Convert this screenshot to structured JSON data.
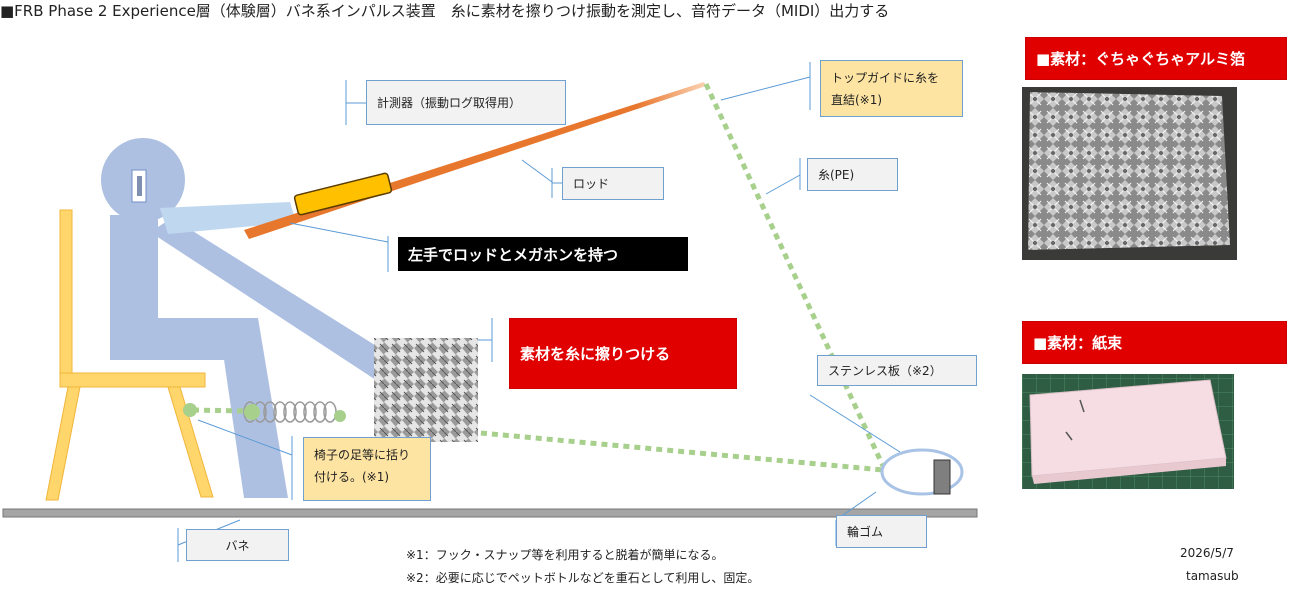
{
  "title": "■FRB Phase 2 Experience層（体験層）バネ系インパルス装置　糸に素材を擦りつけ振動を測定し、音符データ（MIDI）出力する",
  "labels": {
    "measuring_device": "計測器（振動ログ取得用）",
    "rod": "ロッド",
    "line": "糸(PE)",
    "top_guide_1": "トップガイドに糸を",
    "top_guide_2": "直結(※1)",
    "left_hand": "左手でロッドとメガホンを持つ",
    "rub_material": "素材を糸に擦りつける",
    "stainless_plate": "ステンレス板（※2）",
    "chair_tie_1": "椅子の足等に括り",
    "chair_tie_2": "付ける。(※1)",
    "spring": "バネ",
    "rubber_band": "輪ゴム"
  },
  "materials": {
    "foil_heading": "■素材：ぐちゃぐちゃアルミ箔",
    "paper_heading": "■素材：紙束"
  },
  "notes": {
    "note1": "※1：フック・スナップ等を利用すると脱着が簡単になる。",
    "note2": "※2：必要に応じでペットボトルなどを重石として利用し、固定。"
  },
  "footer": {
    "date": "2026/5/7",
    "author": "tamasub"
  },
  "colors": {
    "figure": "#aec0e2",
    "chair": "#ffd66b",
    "rod": "#e8772e",
    "sensor": "#ffc000",
    "line_dots": "#a8d08d",
    "floor": "#a5a5a5",
    "callout_border": "#6fa0cf",
    "red_tag": "#e00000"
  }
}
